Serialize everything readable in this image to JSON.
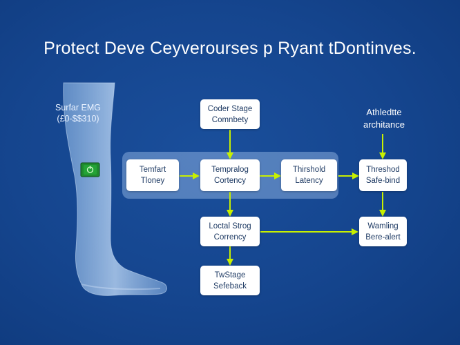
{
  "title": "Protect Deve Ceyverourses p Ryant tDontinves.",
  "leg_label": [
    "Surfar EMG",
    "(£0-$$310)"
  ],
  "annotation": [
    "Athledtte",
    "architance"
  ],
  "boxes": {
    "coder_stage": [
      "Coder Stage",
      "Comnbety"
    ],
    "temfart": [
      "Temfart",
      "Tloney"
    ],
    "temporal": [
      "Tempralog",
      "Cortency"
    ],
    "thirshold": [
      "Thirshold",
      "Latency"
    ],
    "threshod": [
      "Threshod",
      "Safe-bind"
    ],
    "local_strog": [
      "Loctal Strog",
      "Corrency"
    ],
    "warning": [
      "Wamling",
      "Bere-alert"
    ],
    "twstage": [
      "TwStage",
      "Sefeback"
    ]
  },
  "colors": {
    "background": "#15458e",
    "arrow": "#c8f000",
    "sensor": "#1f8a2e",
    "box_text": "#1f3b64"
  },
  "icons": [
    "leg-silhouette-icon",
    "emg-sensor-icon",
    "power-icon"
  ]
}
